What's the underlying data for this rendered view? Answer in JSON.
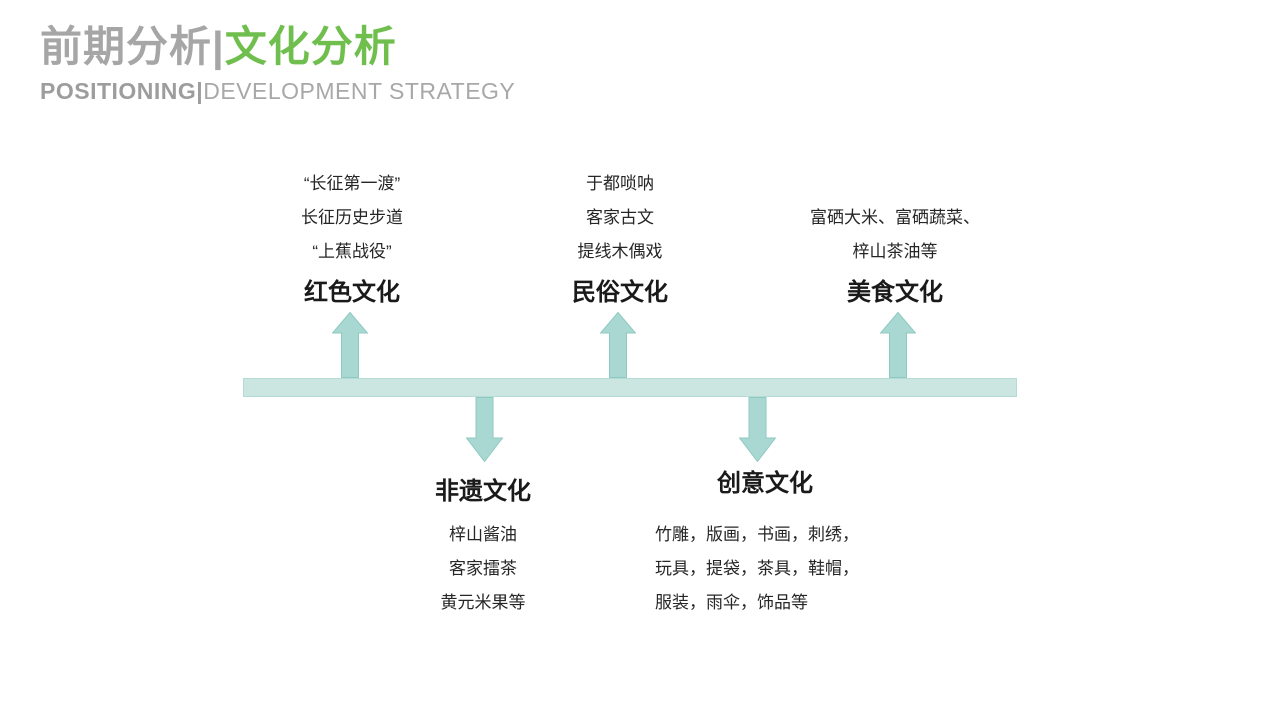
{
  "header": {
    "title_left": "前期分析|",
    "title_right": "文化分析",
    "subtitle_bold": "POSITIONING|",
    "subtitle_rest": "DEVELOPMENT STRATEGY"
  },
  "colors": {
    "title_gray": "#a6a6a6",
    "accent_green": "#70bf4e",
    "bar_fill": "#cbe6e1",
    "arrow_fill": "#a9d8d2",
    "arrow_border": "#8ecac2",
    "text": "#262626"
  },
  "diagram": {
    "top_groups": [
      {
        "title": "红色文化",
        "items": [
          "“长征第一渡”",
          "长征历史步道",
          "“上蕉战役”"
        ]
      },
      {
        "title": "民俗文化",
        "items": [
          "于都唢呐",
          "客家古文",
          "提线木偶戏"
        ]
      },
      {
        "title": "美食文化",
        "items": [
          "富硒大米、富硒蔬菜、",
          "梓山茶油等"
        ]
      }
    ],
    "bottom_groups": [
      {
        "title": "非遗文化",
        "items": [
          "梓山酱油",
          "客家擂茶",
          "黄元米果等"
        ]
      },
      {
        "title": "创意文化",
        "items": [
          "竹雕，版画，书画，刺绣，",
          "玩具，提袋，茶具，鞋帽，",
          "服装，雨伞，饰品等"
        ]
      }
    ]
  }
}
